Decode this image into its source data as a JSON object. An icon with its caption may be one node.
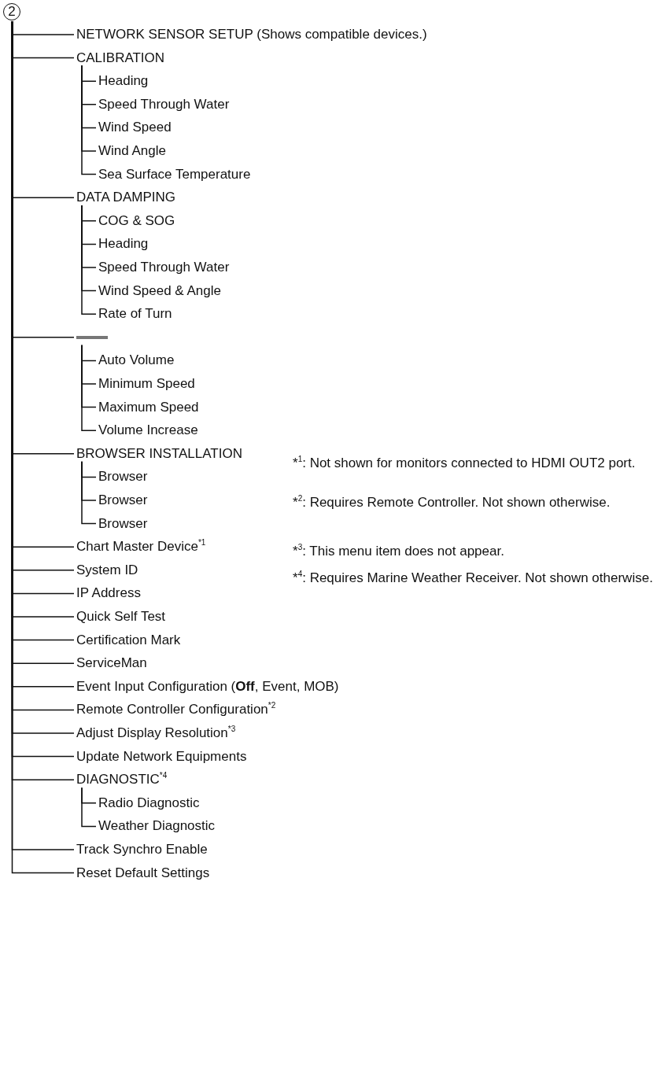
{
  "diagram": {
    "nodes": [
      {
        "text": [
          "2"
        ]
      },
      {
        "text": [
          "NETWORK SENSOR SETUP (Shows compatible devices.)"
        ]
      },
      {
        "text": [
          "CALIBRATION"
        ]
      },
      {
        "text": [
          "Heading"
        ]
      },
      {
        "text": [
          "Speed Through Water"
        ]
      },
      {
        "text": [
          "Wind Speed"
        ]
      },
      {
        "text": [
          "Wind Angle"
        ]
      },
      {
        "text": [
          "Sea Surface Temperature"
        ]
      },
      {
        "text": [
          "DATA DAMPING"
        ]
      },
      {
        "text": [
          "COG & SOG"
        ]
      },
      {
        "text": [
          "Heading"
        ]
      },
      {
        "text": [
          "Speed Through Water"
        ]
      },
      {
        "text": [
          "Wind Speed & Angle"
        ]
      },
      {
        "text": [
          "Rate of Turn"
        ]
      },
      {
        "text": [],
        "shape": "bar"
      },
      {
        "text": [
          "Auto Volume"
        ]
      },
      {
        "text": [
          "Minimum Speed"
        ]
      },
      {
        "text": [
          "Maximum Speed"
        ]
      },
      {
        "text": [
          "Volume Increase"
        ]
      },
      {
        "text": [
          "BROWSER INSTALLATION"
        ]
      },
      {
        "text": [
          "Browser"
        ]
      },
      {
        "text": [
          "Browser"
        ]
      },
      {
        "text": [
          "Browser"
        ]
      },
      {
        "text": [
          "Chart Master Device$^{*1}$"
        ]
      },
      {
        "text": [
          "System ID"
        ]
      },
      {
        "text": [
          "IP Address"
        ]
      },
      {
        "text": [
          "Quick Self Test"
        ]
      },
      {
        "text": [
          "Certification Mark"
        ]
      },
      {
        "text": [
          "ServiceMan"
        ]
      },
      {
        "text": [
          "Event Input Configuration (**Off**, Event, MOB)"
        ]
      },
      {
        "text": [
          "Remote Controller Configuration$^{*2}$"
        ]
      },
      {
        "text": [
          "Adjust Display Resolution$^{*3}$"
        ]
      },
      {
        "text": [
          "Update Network Equipments"
        ]
      },
      {
        "text": [
          "DIAGNOSTIC$^{*4}$"
        ]
      },
      {
        "text": [
          "Radio Diagnostic"
        ]
      },
      {
        "text": [
          "Weather Diagnostic"
        ]
      },
      {
        "text": [
          "Track Synchro Enable"
        ]
      },
      {
        "text": [
          "Reset Default Settings"
        ]
      }
    ],
    "edges": [
      {
        "from": 0,
        "to": 1,
        "arrow": "none"
      },
      {
        "from": 0,
        "to": 2,
        "arrow": "none"
      },
      {
        "from": 2,
        "to": 3,
        "arrow": "none"
      },
      {
        "from": 2,
        "to": 4,
        "arrow": "none"
      },
      {
        "from": 2,
        "to": 5,
        "arrow": "none"
      },
      {
        "from": 2,
        "to": 6,
        "arrow": "none"
      },
      {
        "from": 2,
        "to": 7,
        "arrow": "none"
      },
      {
        "from": 0,
        "to": 8,
        "arrow": "none"
      },
      {
        "from": 8,
        "to": 9,
        "arrow": "none"
      },
      {
        "from": 8,
        "to": 10,
        "arrow": "none"
      },
      {
        "from": 8,
        "to": 11,
        "arrow": "none"
      },
      {
        "from": 8,
        "to": 12,
        "arrow": "none"
      },
      {
        "from": 8,
        "to": 13,
        "arrow": "none"
      },
      {
        "from": 0,
        "to": 14,
        "arrow": "none"
      },
      {
        "from": 14,
        "to": 15,
        "arrow": "none"
      },
      {
        "from": 14,
        "to": 16,
        "arrow": "none"
      },
      {
        "from": 14,
        "to": 17,
        "arrow": "none"
      },
      {
        "from": 14,
        "to": 18,
        "arrow": "none"
      },
      {
        "from": 0,
        "to": 19,
        "arrow": "none"
      },
      {
        "from": 19,
        "to": 20,
        "arrow": "none"
      },
      {
        "from": 19,
        "to": 21,
        "arrow": "none"
      },
      {
        "from": 19,
        "to": 22,
        "arrow": "none"
      },
      {
        "from": 0,
        "to": 23,
        "arrow": "none"
      },
      {
        "from": 0,
        "to": 24,
        "arrow": "none"
      },
      {
        "from": 0,
        "to": 25,
        "arrow": "none"
      },
      {
        "from": 0,
        "to": 26,
        "arrow": "none"
      },
      {
        "from": 0,
        "to": 27,
        "arrow": "none"
      },
      {
        "from": 0,
        "to": 28,
        "arrow": "none"
      },
      {
        "from": 0,
        "to": 29,
        "arrow": "none"
      },
      {
        "from": 0,
        "to": 30,
        "arrow": "none"
      },
      {
        "from": 0,
        "to": 31,
        "arrow": "none"
      },
      {
        "from": 0,
        "to": 32,
        "arrow": "none"
      },
      {
        "from": 0,
        "to": 33,
        "arrow": "none"
      },
      {
        "from": 33,
        "to": 34,
        "arrow": "none"
      },
      {
        "from": 33,
        "to": 35,
        "arrow": "none"
      },
      {
        "from": 0,
        "to": 36,
        "arrow": "none"
      },
      {
        "from": 0,
        "to": 37,
        "arrow": "none"
      }
    ],
    "labels": [
      "*$^{1}$: Not shown for monitors connected to HDMI OUT2 port.",
      "*$^{2}$: Requires Remote Controller. Not shown otherwise.",
      "*$^{3}$: This menu item does not appear.",
      "*$^{4}$: Requires Marine Weather Receiver. Not shown otherwise."
    ]
  }
}
